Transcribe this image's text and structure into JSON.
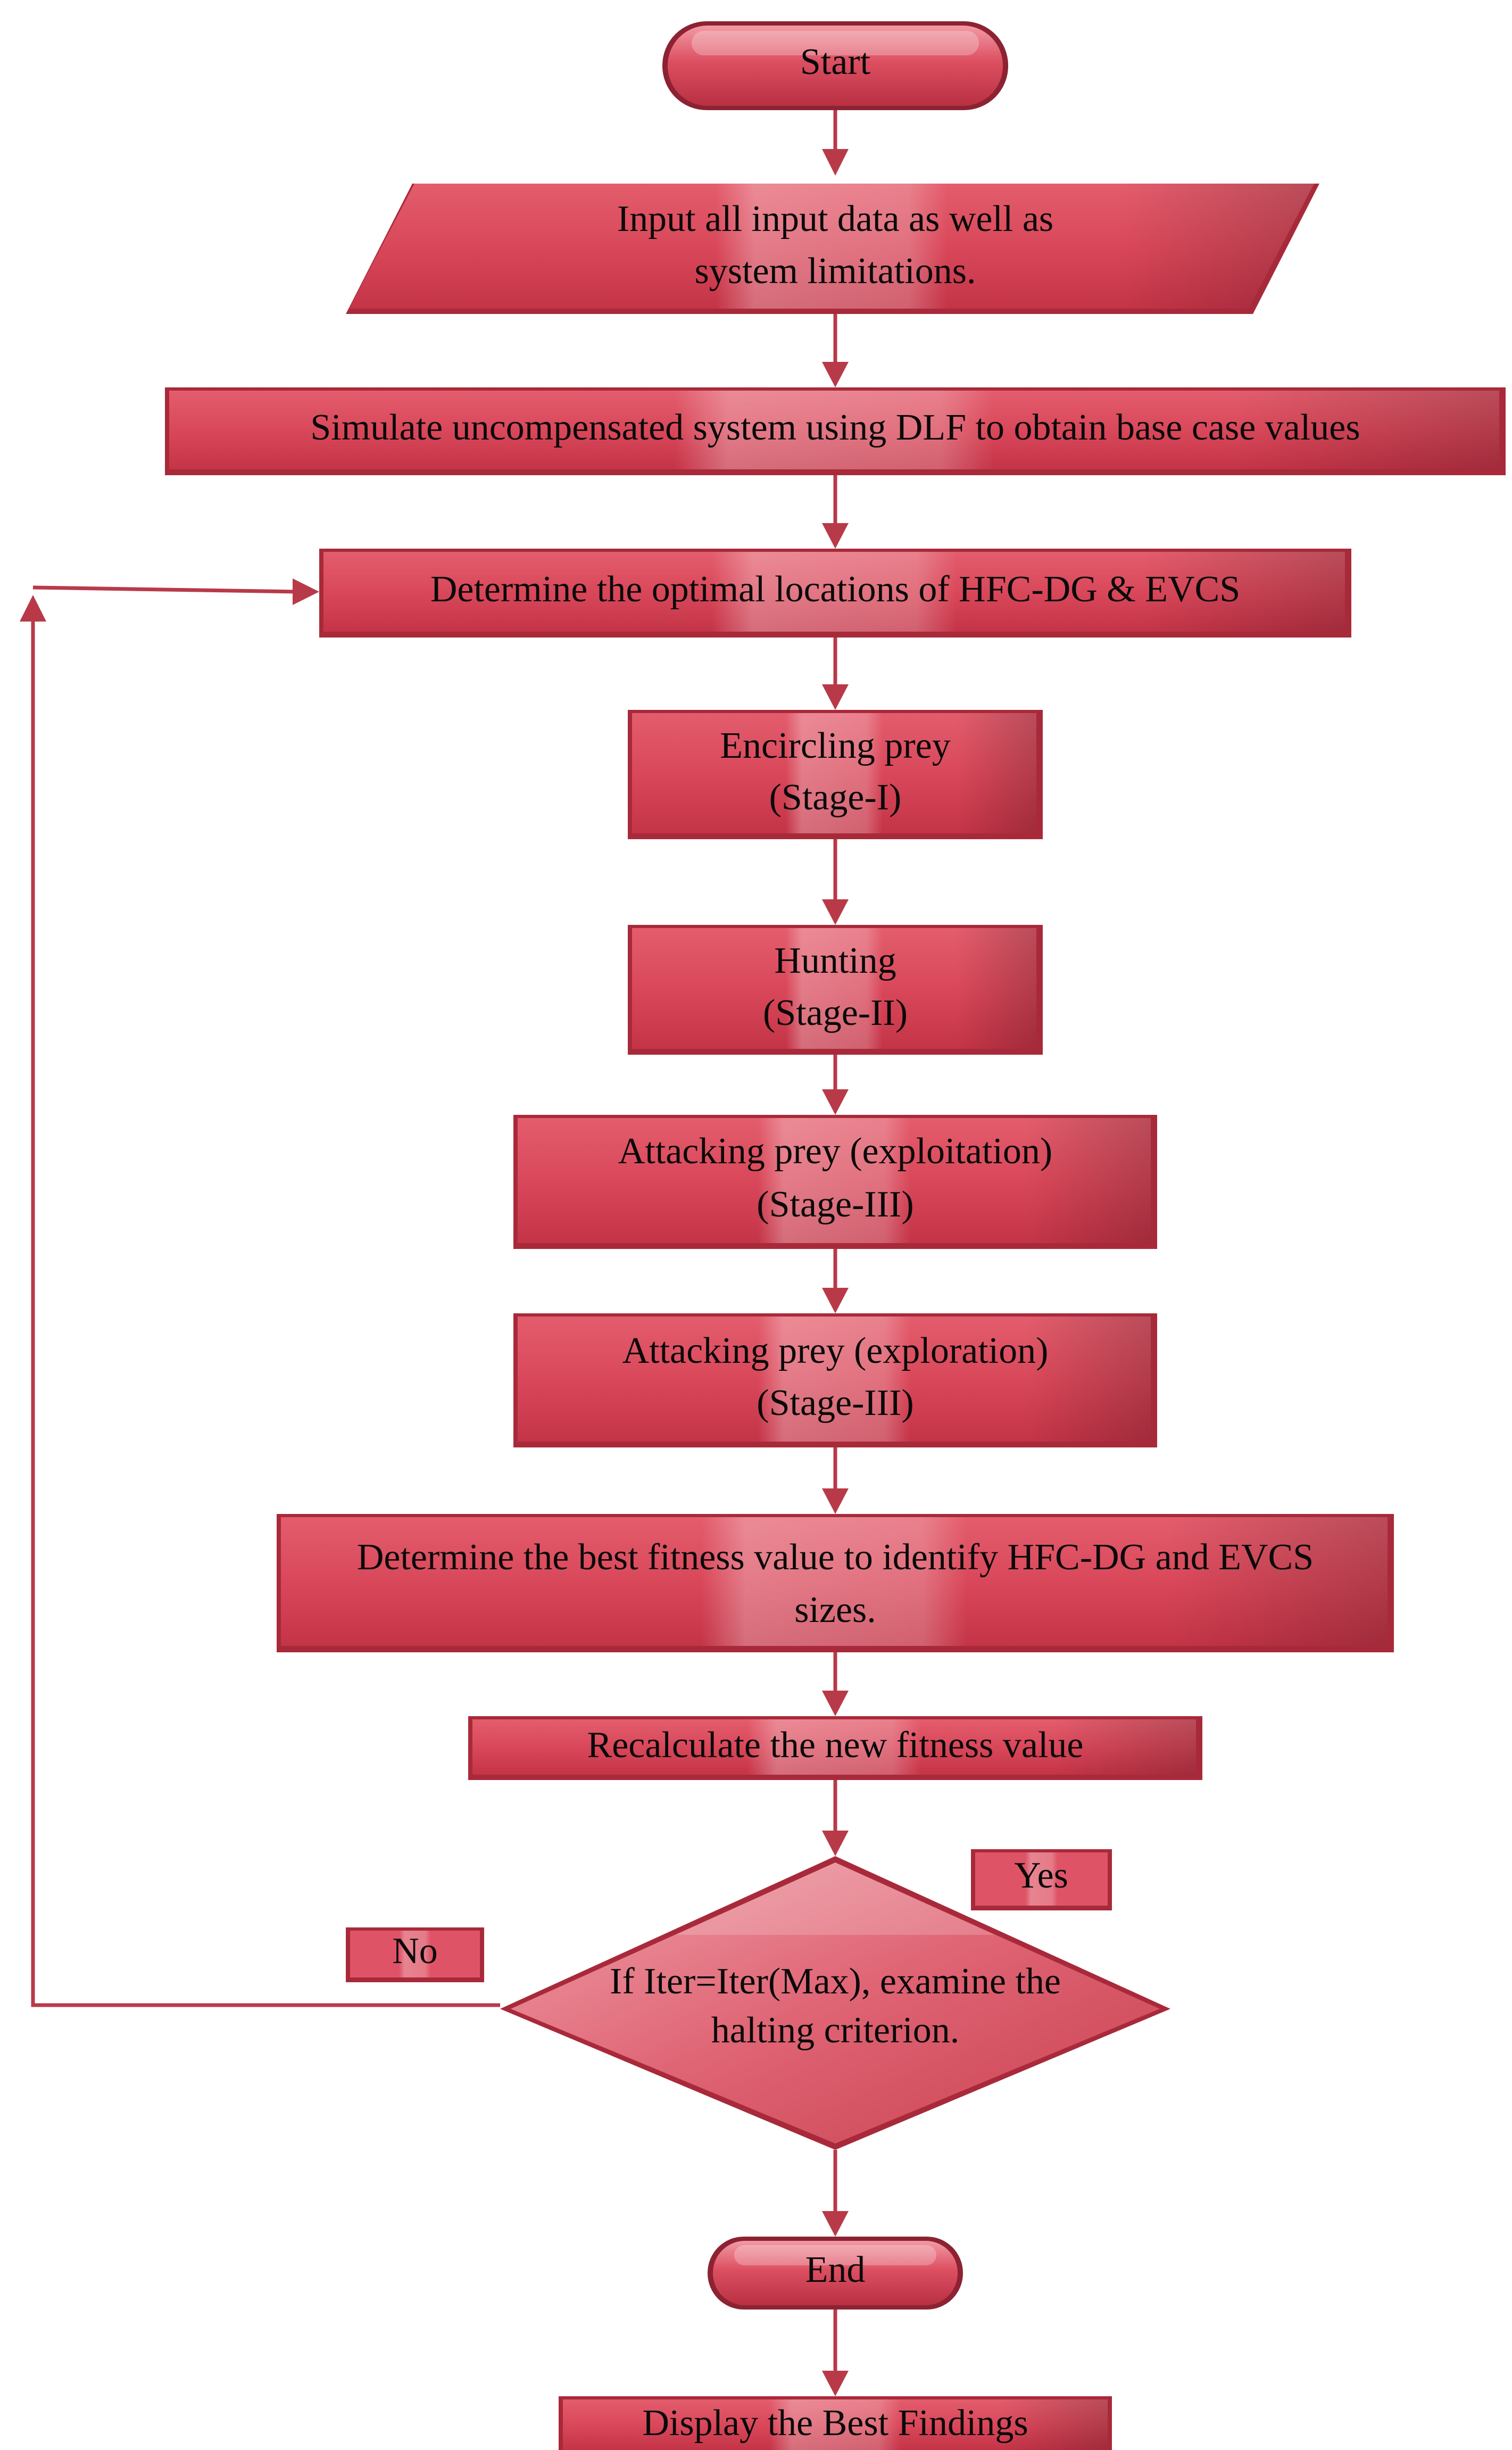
{
  "flowchart": {
    "start": "Start",
    "input": [
      "Input all input data as well as",
      "system limitations."
    ],
    "simulate": "Simulate uncompensated system using DLF to obtain base case values",
    "locations": "Determine the optimal locations of HFC-DG & EVCS",
    "stage1": [
      "Encircling prey",
      "(Stage-I)"
    ],
    "stage2": [
      "Hunting",
      "(Stage-II)"
    ],
    "stage3a": [
      "Attacking prey (exploitation)",
      "(Stage-III)"
    ],
    "stage3b": [
      "Attacking prey (exploration)",
      "(Stage-III)"
    ],
    "best_fitness": [
      "Determine the best fitness value to identify HFC-DG and EVCS",
      "sizes."
    ],
    "recalculate": "Recalculate the new fitness value",
    "decision": [
      "If Iter=Iter(Max), examine the",
      "halting criterion."
    ],
    "yes_label": "Yes",
    "no_label": "No",
    "end": "End",
    "display": "Display the Best Findings"
  },
  "colors": {
    "node_fill": "#d9485a",
    "node_light": "#ec7f8b",
    "node_dark": "#a82a3a",
    "connector": "#b83a48",
    "label_box_fill": "#de5466"
  }
}
